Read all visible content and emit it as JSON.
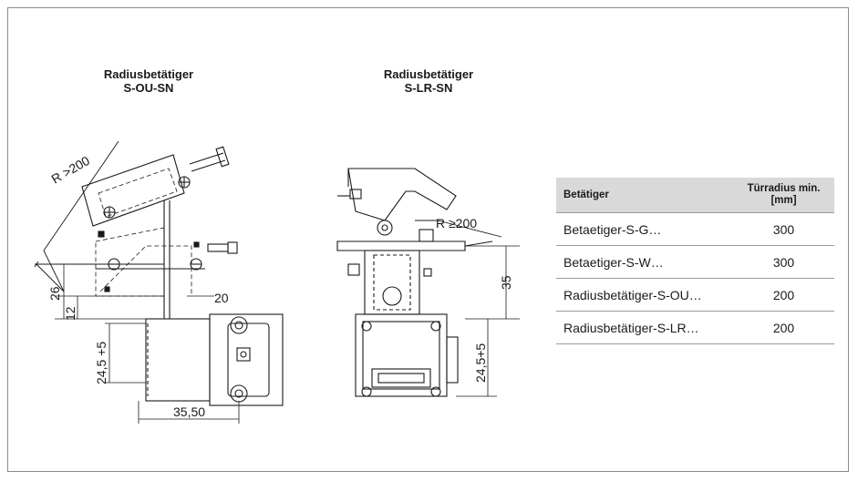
{
  "left_drawing": {
    "title_line1": "Radiusbetätiger",
    "title_line2": "S-OU-SN",
    "dim_radius": "R >200",
    "dim_26": "26",
    "dim_12": "12",
    "dim_20": "20",
    "dim_24_5": "24,5 +5",
    "dim_35_50": "35,50"
  },
  "right_drawing": {
    "title_line1": "Radiusbetätiger",
    "title_line2": "S-LR-SN",
    "dim_radius": "R ≥200",
    "dim_35": "35",
    "dim_24_5": "24,5+5"
  },
  "table": {
    "header_col1": "Betätiger",
    "header_col2_line1": "Türradius min.",
    "header_col2_line2": "[mm]",
    "rows": [
      {
        "name": "Betaetiger-S-G…",
        "value": "300"
      },
      {
        "name": "Betaetiger-S-W…",
        "value": "300"
      },
      {
        "name": "Radiusbetätiger-S-OU…",
        "value": "200"
      },
      {
        "name": "Radiusbetätiger-S-LR…",
        "value": "200"
      }
    ]
  }
}
